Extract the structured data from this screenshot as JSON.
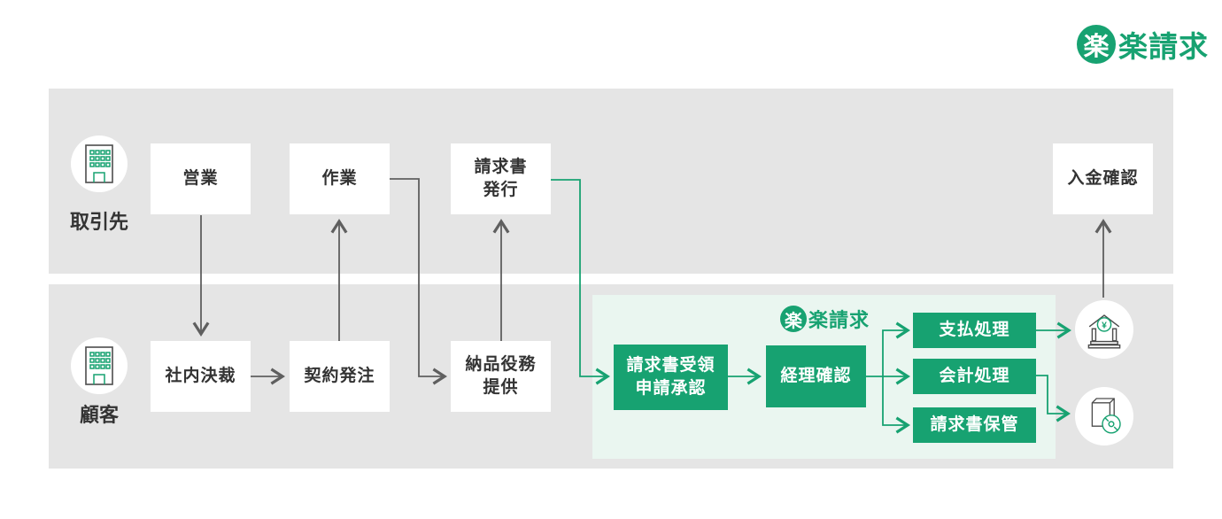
{
  "colors": {
    "brand_green": "#17a271",
    "panel_bg": "#eaf6f0",
    "lane_bg": "#e5e5e5",
    "arrow_gray": "#5f5f5f",
    "text_dark": "#333333"
  },
  "brand": {
    "circle_char": "楽",
    "rest": "楽請求",
    "full": "楽楽請求"
  },
  "lanes": [
    {
      "label": "取引先",
      "icon": "building-icon"
    },
    {
      "label": "顧客",
      "icon": "building-icon"
    }
  ],
  "partner_flow": {
    "sales": "営業",
    "work": "作業",
    "invoice_issue_l1": "請求書",
    "invoice_issue_l2": "発行",
    "deposit_confirm": "入金確認"
  },
  "customer_flow": {
    "internal_approval": "社内決裁",
    "contract_order": "契約発注",
    "delivery_l1": "納品役務",
    "delivery_l2": "提供"
  },
  "rakuraku_panel": {
    "logo_circle_char": "楽",
    "logo_rest": "楽請求",
    "invoice_receipt_l1": "請求書受領",
    "invoice_receipt_l2": "申請承認",
    "accounting_confirm": "経理確認",
    "payment_processing": "支払処理",
    "accounting_processing": "会計処理",
    "invoice_storage": "請求書保管"
  },
  "icons": {
    "partner": "building-icon",
    "customer": "building-icon",
    "bank": "bank-yen-icon",
    "archive": "book-cd-icon"
  }
}
